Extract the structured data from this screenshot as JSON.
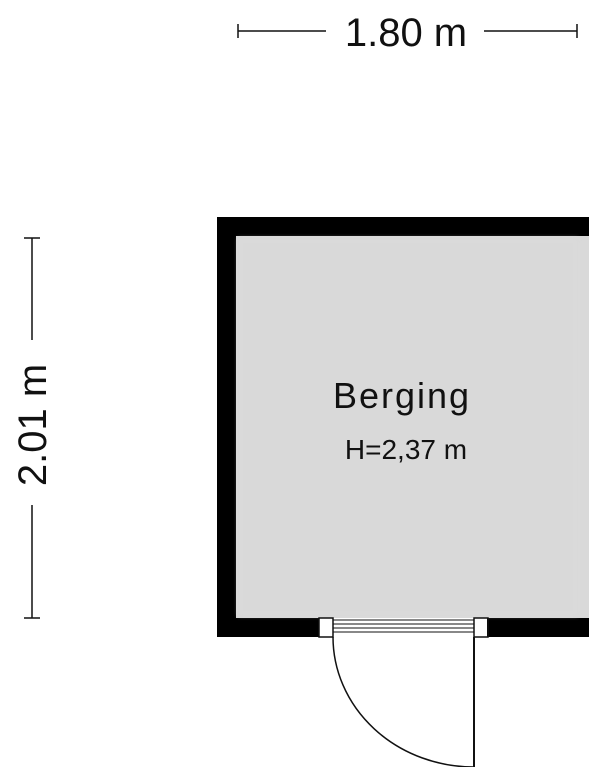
{
  "dimensions": {
    "width": "1.80 m",
    "depth": "2.01 m"
  },
  "room": {
    "name": "Berging",
    "height": "H=2,37 m"
  },
  "colors": {
    "wall": "#000000",
    "floor": "#d9d9d9",
    "line": "#111111",
    "background": "#ffffff"
  }
}
